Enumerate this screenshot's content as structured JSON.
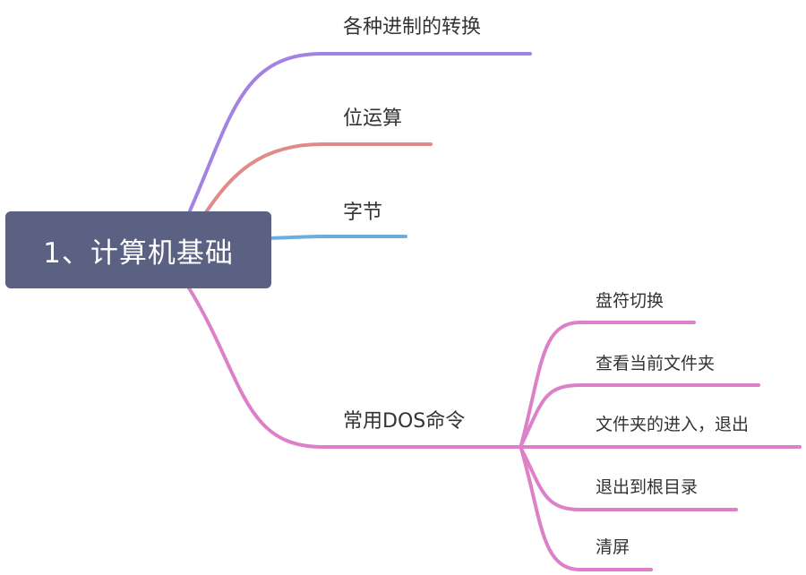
{
  "root": {
    "label": "1、计算机基础"
  },
  "branches": [
    {
      "label": "各种进制的转换",
      "color": "#a282e2"
    },
    {
      "label": "位运算",
      "color": "#e08a8a"
    },
    {
      "label": "字节",
      "color": "#6aaedf"
    },
    {
      "label": "常用DOS命令",
      "color": "#dc80c8",
      "children": [
        {
          "label": "盘符切换"
        },
        {
          "label": "查看当前文件夹"
        },
        {
          "label": "文件夹的进入，退出"
        },
        {
          "label": "退出到根目录"
        },
        {
          "label": "清屏"
        }
      ]
    }
  ]
}
